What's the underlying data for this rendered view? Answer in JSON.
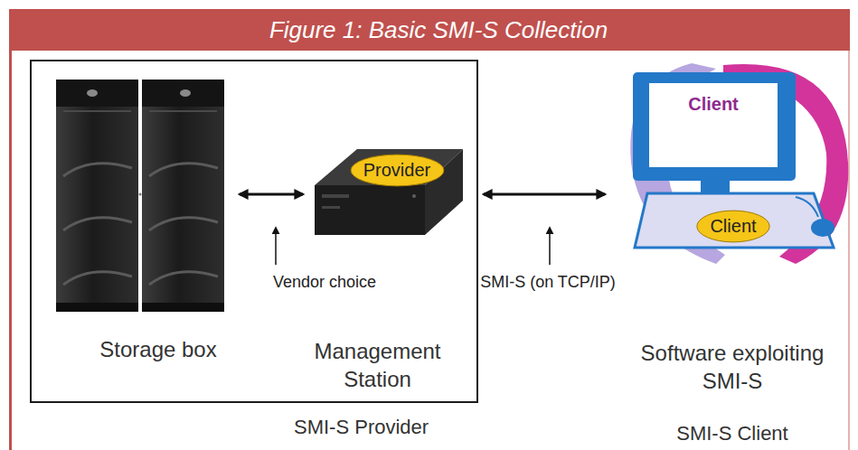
{
  "diagram": {
    "title": "Figure 1: Basic SMI-S Collection",
    "nodes": [
      {
        "text": [
          "SMI-S Provider"
        ]
      },
      {
        "text": [
          "Storage box"
        ],
        "in": 0
      },
      {
        "text": [
          "Management Station"
        ],
        "in": 0
      },
      {
        "text": [
          "Provider"
        ],
        "in": 2
      },
      {
        "text": [
          "Software exploiting SMI-S",
          "SMI-S Client"
        ]
      },
      {
        "text": [
          "Client"
        ],
        "in": 4
      },
      {
        "text": [
          "Client"
        ],
        "in": 4
      }
    ],
    "edges": [
      {
        "from": 1,
        "to": 2,
        "arrow": "both",
        "label": "Vendor choice"
      },
      {
        "from": 0,
        "to": 4,
        "arrow": "both",
        "label": "SMI-S (on TCP/IP)"
      }
    ]
  }
}
